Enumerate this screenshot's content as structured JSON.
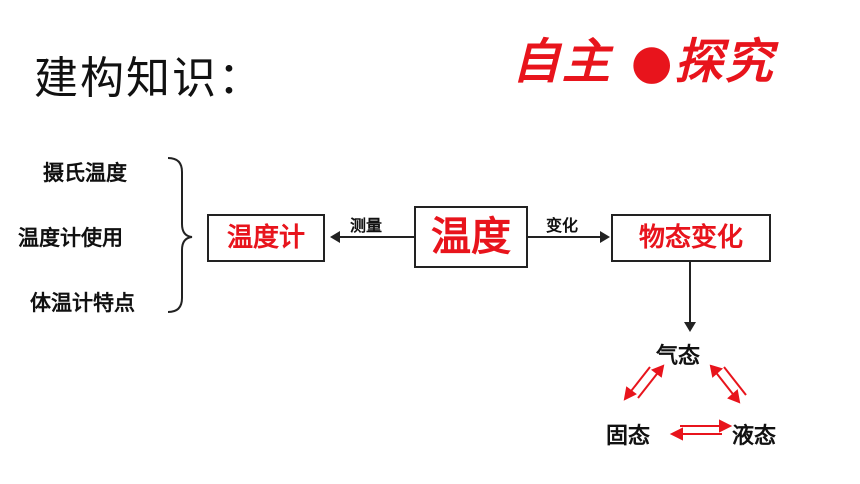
{
  "title": "建构知识：",
  "banner": "自主 ●探究",
  "left_items": [
    "摄氏温度",
    "温度计使用",
    "体温计特点"
  ],
  "boxes": {
    "thermometer": "温度计",
    "temperature": "温度",
    "state_change": "物态变化"
  },
  "arrow_labels": {
    "measure": "测量",
    "change": "变化"
  },
  "states": {
    "gas": "气态",
    "solid": "固态",
    "liquid": "液态"
  },
  "colors": {
    "accent": "#e8141c",
    "text": "#111111"
  }
}
